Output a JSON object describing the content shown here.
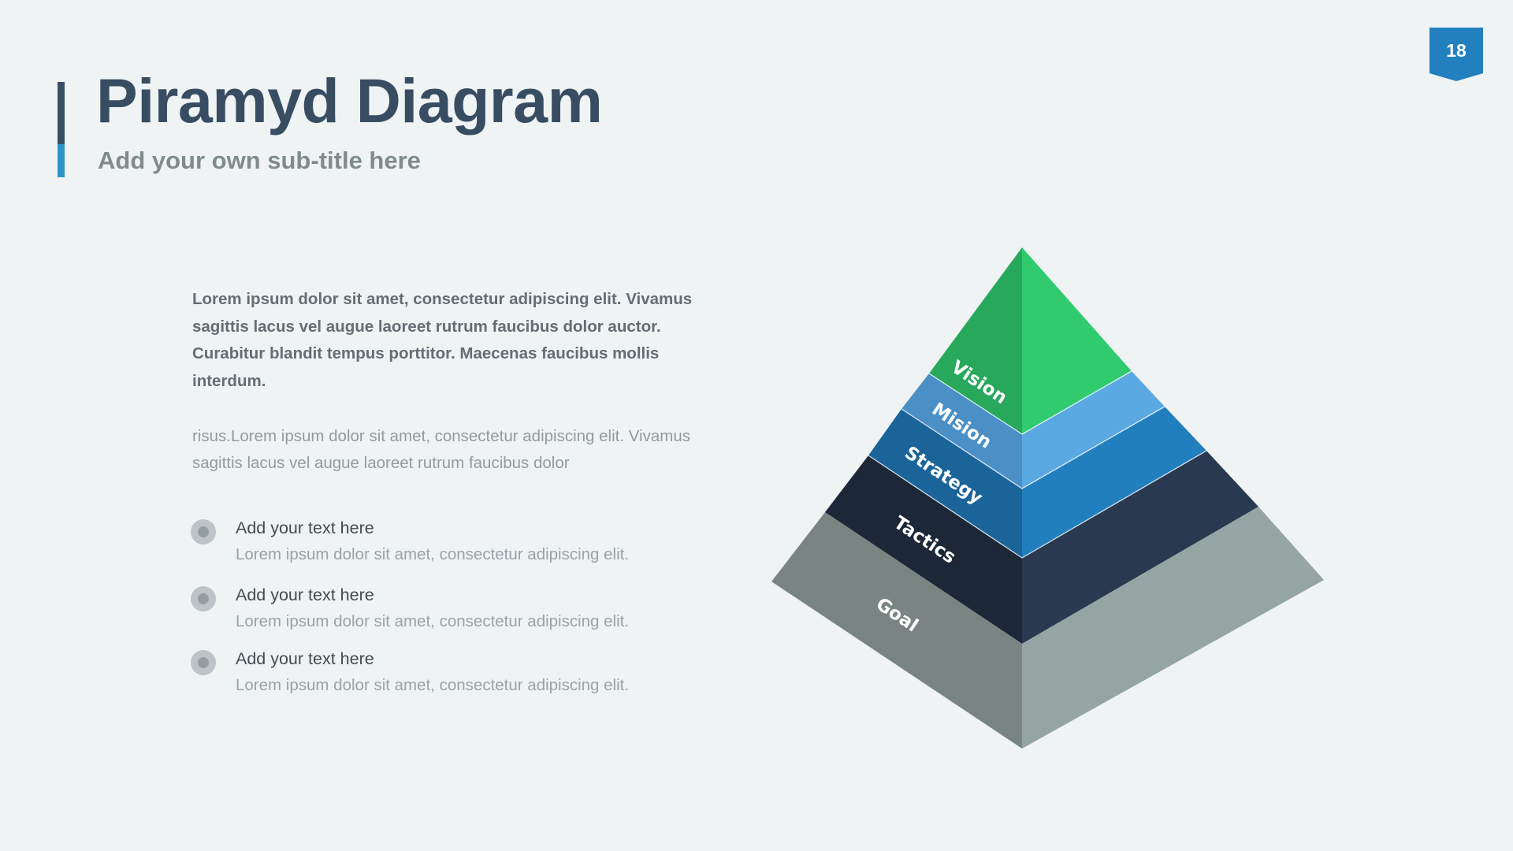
{
  "slide": {
    "title": "Piramyd Diagram",
    "subtitle": "Add your own sub-title here",
    "page_number": "18"
  },
  "colors": {
    "background": "#eff3f4",
    "title": "#384d62",
    "accent_dark": "#3a4f63",
    "accent_blue": "#2e93c9",
    "badge": "#2280bf"
  },
  "body": {
    "lead": "Lorem ipsum dolor sit amet, consectetur adipiscing elit. Vivamus sagittis lacus vel augue laoreet rutrum faucibus dolor auctor. Curabitur blandit tempus porttitor. Maecenas faucibus mollis interdum.",
    "paragraph": "risus.Lorem ipsum dolor sit amet, consectetur adipiscing elit. Vivamus sagittis lacus vel augue laoreet rutrum faucibus dolor"
  },
  "list": [
    {
      "title": "Add your text here",
      "desc": "Lorem ipsum dolor sit amet, consectetur adipiscing elit."
    },
    {
      "title": "Add your text here",
      "desc": "Lorem ipsum dolor sit amet, consectetur adipiscing elit."
    },
    {
      "title": "Add your text here",
      "desc": "Lorem ipsum dolor sit amet, consectetur adipiscing elit."
    }
  ],
  "pyramid": {
    "levels_top_to_bottom": [
      {
        "label": "Vision",
        "left_color": "#27a85b",
        "right_color": "#31cb6f"
      },
      {
        "label": "Mision",
        "left_color": "#4a8fc6",
        "right_color": "#5aa9e3"
      },
      {
        "label": "Strategy",
        "left_color": "#1a6499",
        "right_color": "#227fbd"
      },
      {
        "label": "Tactics",
        "left_color": "#1c2737",
        "right_color": "#29394f"
      },
      {
        "label": "Goal",
        "left_color": "#788583",
        "right_color": "#95a5a4"
      }
    ]
  }
}
